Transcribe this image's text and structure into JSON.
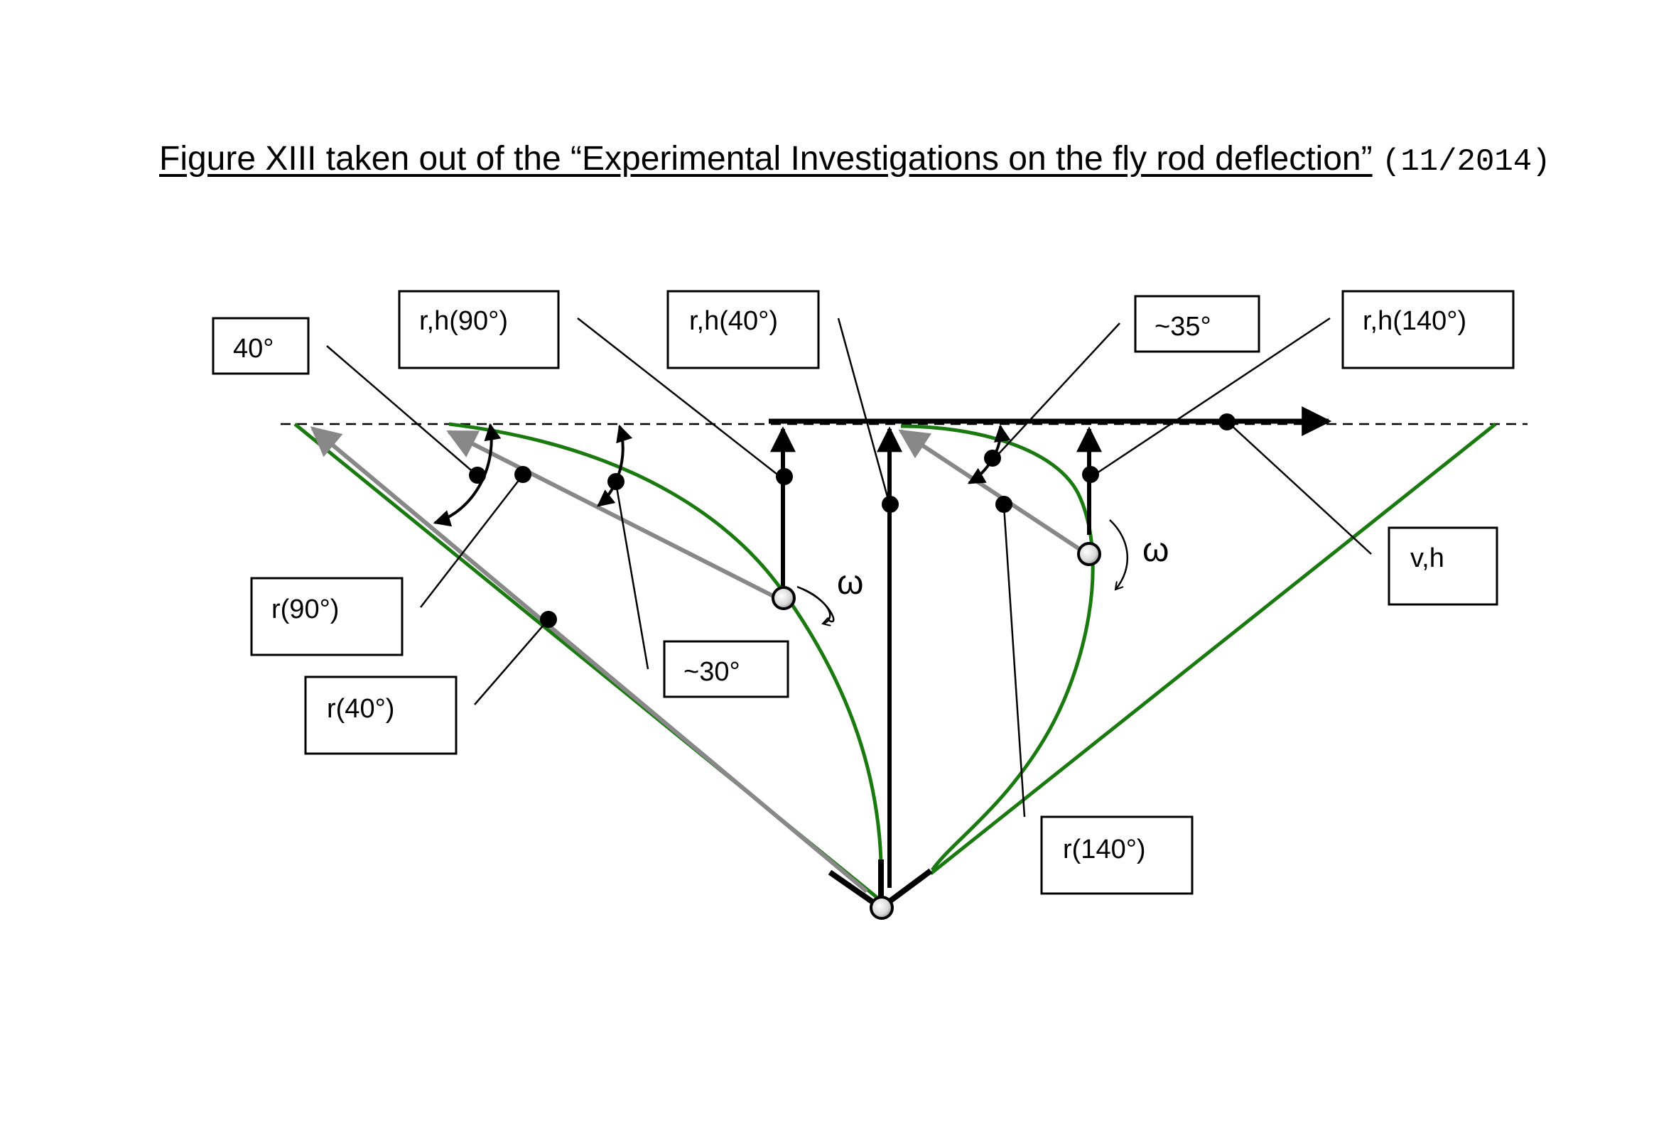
{
  "title": {
    "main": "Figure XIII taken out of the “Experimental Investigations on the fly rod deflection”",
    "date": "(11/2014)"
  },
  "labels": {
    "angle_40": "40°",
    "rh_90": "r,h(90°)",
    "rh_40": "r,h(40°)",
    "angle_35": "~35°",
    "rh_140": "r,h(140°)",
    "r_90": "r(90°)",
    "angle_30": "~30°",
    "r_40": "r(40°)",
    "v_h": "v,h",
    "r_140": "r(140°)"
  },
  "symbols": {
    "omega_left": "ω",
    "omega_right": "ω"
  },
  "colors": {
    "rod": "#1a7a10",
    "vector": "#000000",
    "projection": "#888888",
    "baseline": "#000000"
  }
}
